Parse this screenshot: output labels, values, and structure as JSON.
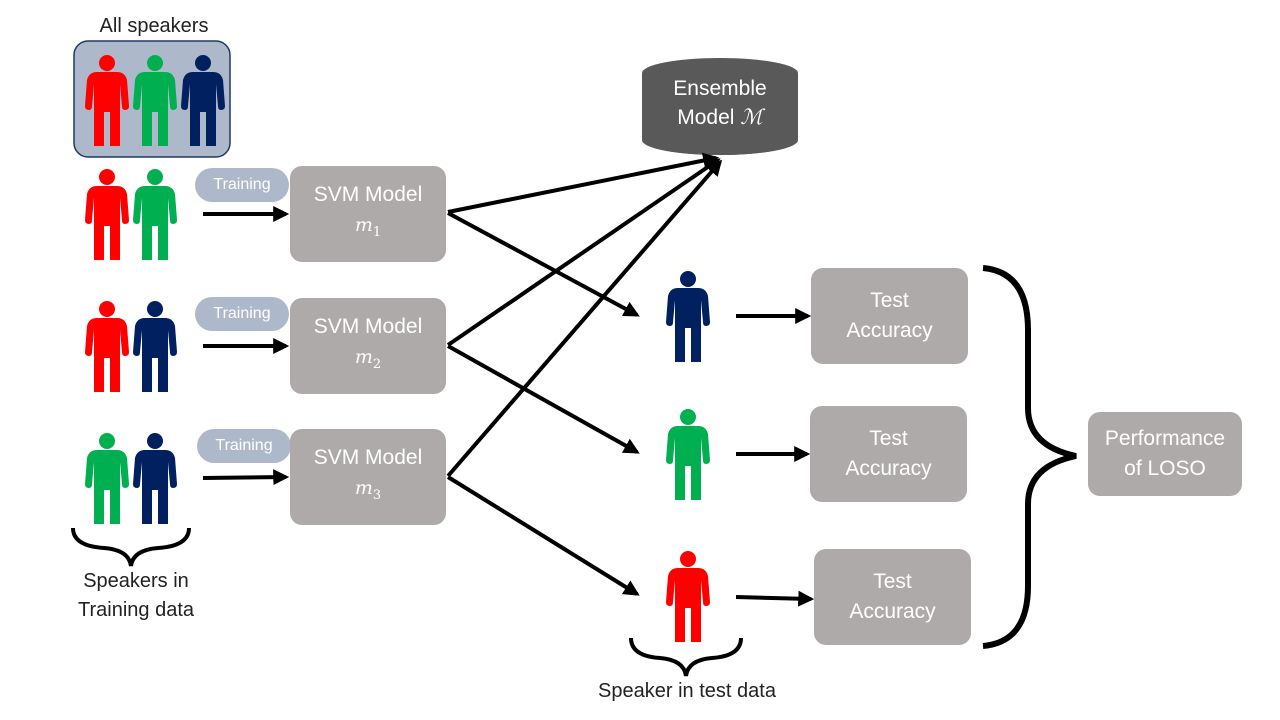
{
  "labels": {
    "all_speakers": "All speakers",
    "training_speakers_line1": "Speakers in",
    "training_speakers_line2": "Training data",
    "test_speaker": "Speaker in test data"
  },
  "training_pill": "Training",
  "svm_title": "SVM Model",
  "svm_models": [
    {
      "symbol": "m",
      "sub": "1"
    },
    {
      "symbol": "m",
      "sub": "2"
    },
    {
      "symbol": "m",
      "sub": "3"
    }
  ],
  "ensemble": {
    "line1": "Ensemble",
    "line2": "Model",
    "symbol": "ℳ"
  },
  "test_accuracy": {
    "line1": "Test",
    "line2": "Accuracy"
  },
  "performance": {
    "line1": "Performance",
    "line2": "of LOSO"
  },
  "colors": {
    "red": "#ff0000",
    "green": "#00b050",
    "navy": "#002060",
    "box_gray": "#aeaaaa",
    "pill_blue": "#adb9ca",
    "cylinder": "#595959",
    "group_bg": "#adb9ca"
  },
  "icons": [
    "person-icon",
    "arrow-icon",
    "curly-brace-icon",
    "cylinder-icon"
  ]
}
